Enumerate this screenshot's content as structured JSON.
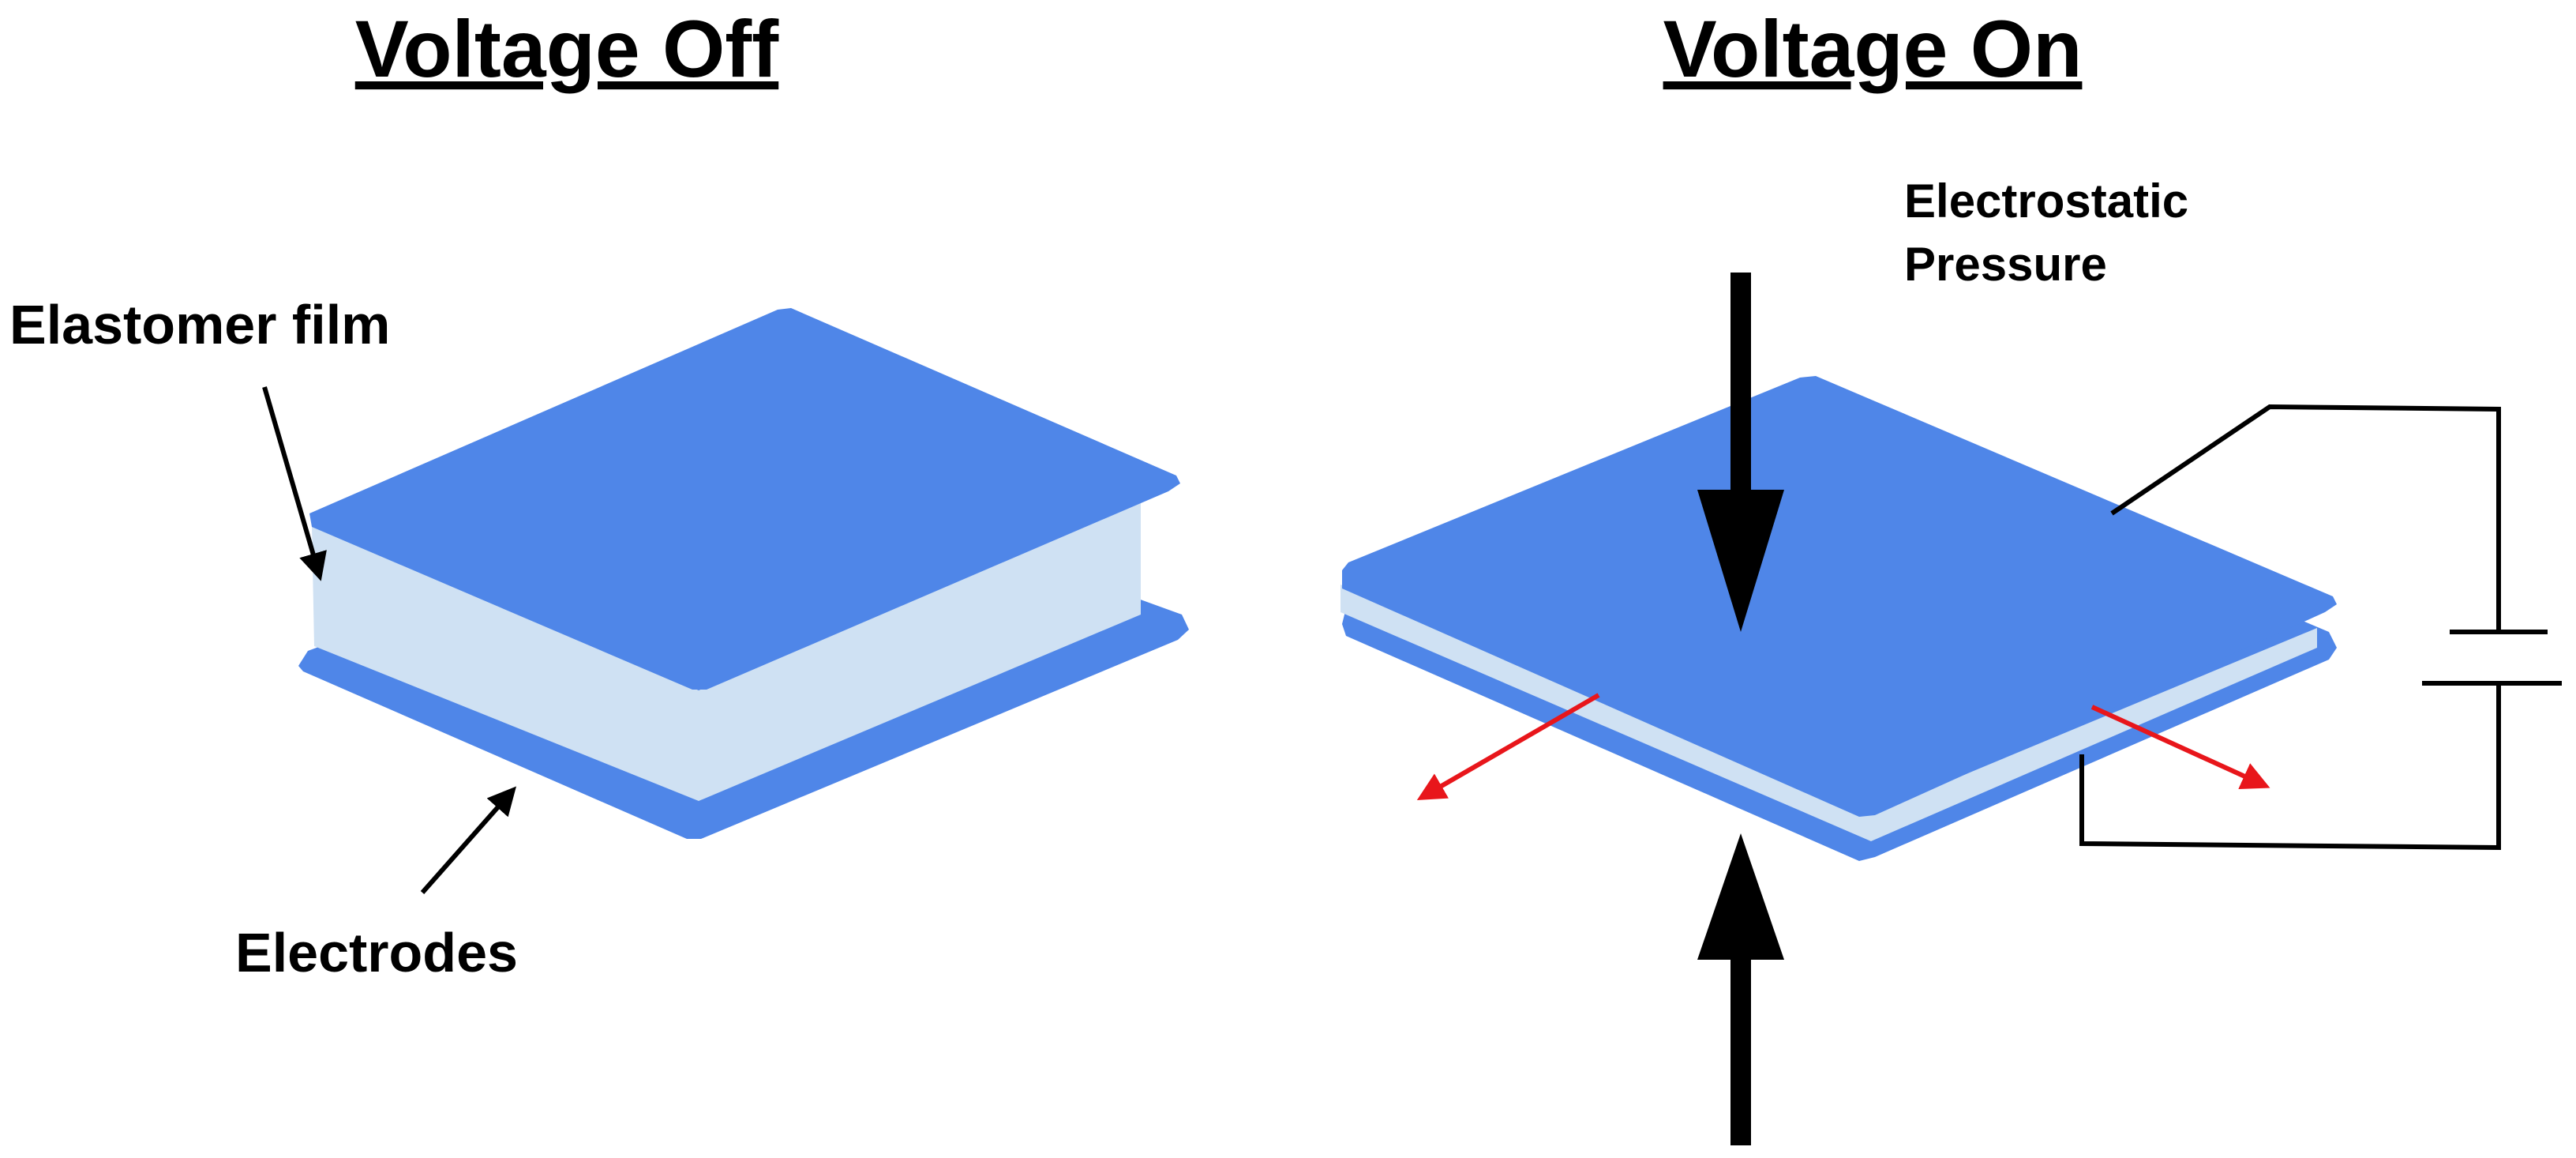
{
  "titles": {
    "left": "Voltage Off",
    "right": "Voltage On"
  },
  "labels": {
    "elastomer_film": "Elastomer film",
    "electrodes": "Electrodes",
    "pressure_line1": "Electrostatic",
    "pressure_line2": "Pressure"
  },
  "colors": {
    "electrode": "#4f86e8",
    "elastomer": "#cfe1f3",
    "expansion_arrow": "#e8161b",
    "line": "#000000"
  }
}
